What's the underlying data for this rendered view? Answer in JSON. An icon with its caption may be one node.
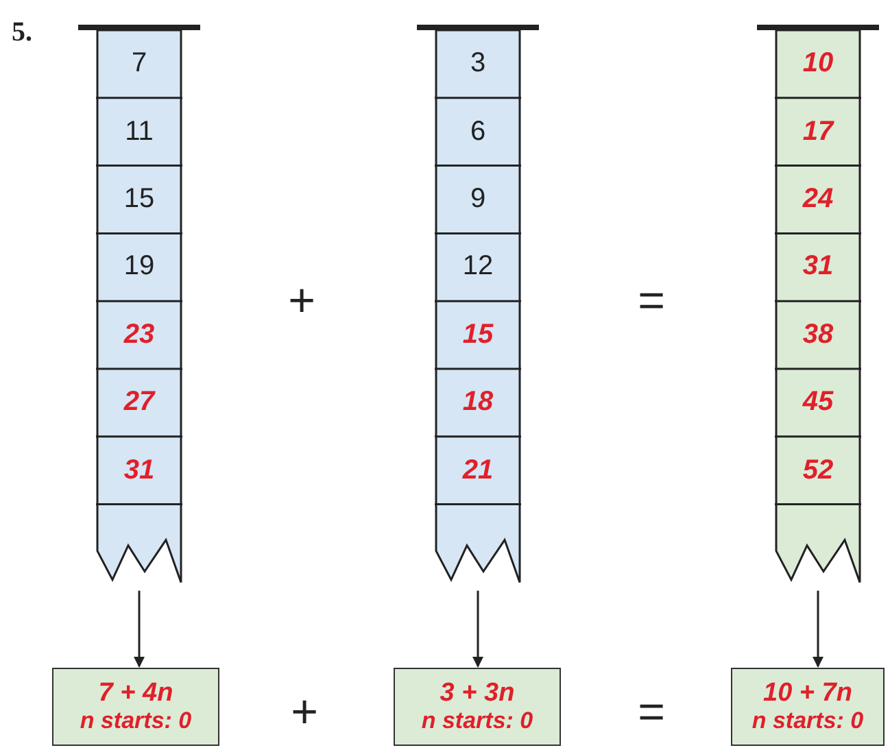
{
  "diagram": {
    "nodes": [
      {
        "text": [],
        "shape": "bar"
      },
      {
        "text": [
          "7"
        ],
        "in": 0
      },
      {
        "text": [
          "11"
        ],
        "in": 0
      },
      {
        "text": [
          "15"
        ],
        "in": 0
      },
      {
        "text": [
          "19"
        ],
        "in": 0
      },
      {
        "text": [
          "23"
        ],
        "in": 0
      },
      {
        "text": [
          "27"
        ],
        "in": 0
      },
      {
        "text": [
          "31"
        ],
        "in": 0
      },
      {
        "text": [],
        "shape": "bar"
      },
      {
        "text": [
          "3"
        ],
        "in": 8
      },
      {
        "text": [
          "6"
        ],
        "in": 8
      },
      {
        "text": [
          "9"
        ],
        "in": 8
      },
      {
        "text": [
          "12"
        ],
        "in": 8
      },
      {
        "text": [
          "15"
        ],
        "in": 8
      },
      {
        "text": [
          "18"
        ],
        "in": 8
      },
      {
        "text": [
          "21"
        ],
        "in": 8
      },
      {
        "text": [],
        "shape": "bar"
      },
      {
        "text": [
          "10"
        ],
        "in": 16
      },
      {
        "text": [
          "17"
        ],
        "in": 16
      },
      {
        "text": [
          "24"
        ],
        "in": 16
      },
      {
        "text": [
          "31"
        ],
        "in": 16
      },
      {
        "text": [
          "38"
        ],
        "in": 16
      },
      {
        "text": [
          "45"
        ],
        "in": 16
      },
      {
        "text": [
          "52"
        ],
        "in": 16
      },
      {
        "text": [
          "7 + 4n",
          "n starts: 0"
        ]
      },
      {
        "text": [
          "3 + 3n",
          "n starts: 0"
        ]
      },
      {
        "text": [
          "10 + 7n",
          "n starts: 0"
        ]
      }
    ],
    "edges": [
      {
        "from": 0,
        "to": 24,
        "arrow": "to"
      },
      {
        "from": 8,
        "to": 25,
        "arrow": "to"
      },
      {
        "from": 16,
        "to": 26,
        "arrow": "to"
      }
    ],
    "labels": [
      "5.",
      "+",
      "=",
      "+",
      "="
    ]
  }
}
